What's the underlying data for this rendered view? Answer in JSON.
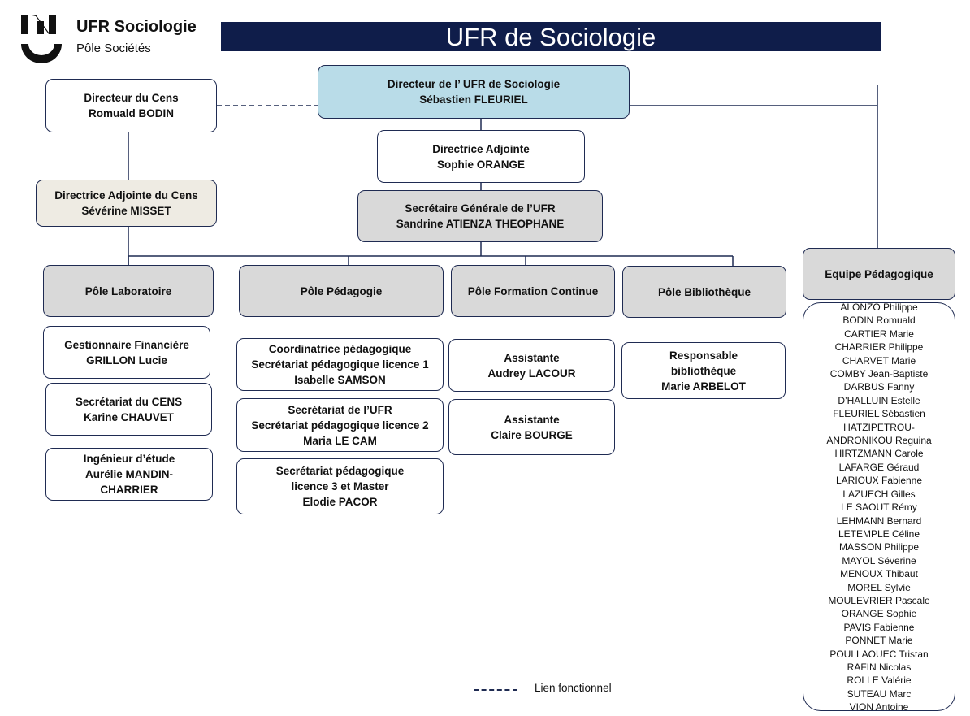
{
  "header": {
    "logo_name": "UFR Sociologie",
    "logo_subtitle": "Pôle Sociétés",
    "banner_title": "UFR de Sociologie"
  },
  "colors": {
    "banner": "#0f1d4a",
    "director_box": "#b9dce8",
    "grey_box": "#d9d9d9",
    "beige_box": "#eeebe3",
    "border": "#1f2b52"
  },
  "nodes": {
    "director": [
      "Directeur de l’ UFR de Sociologie",
      "Sébastien FLEURIEL"
    ],
    "cens_director": [
      "Directeur du Cens",
      "Romuald BODIN"
    ],
    "cens_deputy": [
      "Directrice Adjointe du Cens",
      "Sévérine MISSET"
    ],
    "deputy_director": [
      "Directrice Adjointe",
      "Sophie ORANGE"
    ],
    "secretary_general": [
      "Secrétaire Générale  de l’UFR",
      "Sandrine ATIENZA THEOPHANE"
    ],
    "pole_laboratoire": "Pôle Laboratoire",
    "pole_pedagogie": "Pôle Pédagogie",
    "pole_formation": "Pôle Formation Continue",
    "pole_bibliotheque": "Pôle Bibliothèque",
    "equipe_pedagogique": "Equipe Pédagogique",
    "lab_finance": [
      "Gestionnaire Financière",
      "GRILLON Lucie"
    ],
    "lab_secretariat": [
      "Secrétariat du CENS",
      "Karine CHAUVET"
    ],
    "lab_engineer": [
      "Ingénieur d’étude",
      "Aurélie MANDIN-",
      "CHARRIER"
    ],
    "ped_coordinator": [
      "Coordinatrice pédagogique",
      "Secrétariat pédagogique licence 1",
      "Isabelle SAMSON"
    ],
    "ped_secretariat_ufr": [
      "Secrétariat de l’UFR",
      "Secrétariat pédagogique licence 2",
      "Maria LE CAM"
    ],
    "ped_secretariat_l3": [
      "Secrétariat pédagogique",
      "licence 3 et Master",
      "Elodie PACOR"
    ],
    "fc_assistant_1": [
      "Assistante",
      "Audrey LACOUR"
    ],
    "fc_assistant_2": [
      "Assistante",
      "Claire BOURGE"
    ],
    "bib_manager": [
      "Responsable",
      "bibliothèque",
      "Marie ARBELOT"
    ]
  },
  "team_members": [
    "ALONZO Philippe",
    "BODIN Romuald",
    "CARTIER Marie",
    "CHARRIER Philippe",
    "CHARVET Marie",
    "COMBY Jean-Baptiste",
    "DARBUS Fanny",
    "D’HALLUIN Estelle",
    "FLEURIEL Sébastien",
    "HATZIPETROU-",
    "ANDRONIKOU Reguina",
    "HIRTZMANN Carole",
    "LAFARGE Géraud",
    "LARIOUX Fabienne",
    "LAZUECH Gilles",
    "LE SAOUT Rémy",
    "LEHMANN Bernard",
    "LETEMPLE Céline",
    "MASSON Philippe",
    "MAYOL Séverine",
    "MENOUX Thibaut",
    "MOREL Sylvie",
    "MOULEVRIER Pascale",
    "ORANGE Sophie",
    "PAVIS Fabienne",
    "PONNET Marie",
    "POULLAOUEC Tristan",
    "RAFIN Nicolas",
    "ROLLE Valérie",
    "SUTEAU Marc",
    "VION Antoine"
  ],
  "legend": {
    "functional_link": "Lien fonctionnel"
  }
}
